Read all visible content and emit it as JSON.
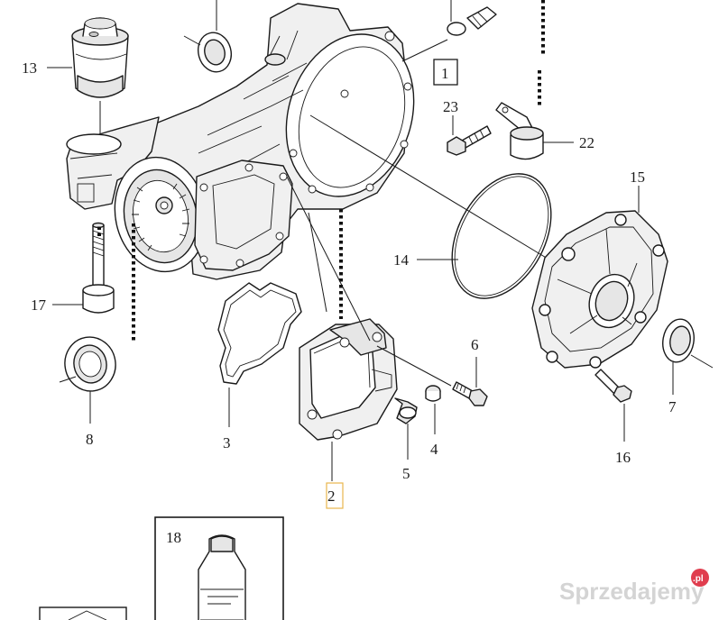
{
  "diagram": {
    "callouts": {
      "p1": "1",
      "p2": "2",
      "p3": "3",
      "p4": "4",
      "p5": "5",
      "p6": "6",
      "p7": "7",
      "p8": "8",
      "p13": "13",
      "p14": "14",
      "p15": "15",
      "p16": "16",
      "p17": "17",
      "p18": "18",
      "p22": "22",
      "p23": "23"
    },
    "colors": {
      "line": "#1a1a1a",
      "highlight_box": "#e8b64c",
      "watermark": "#d4d4d4",
      "logo_badge": "#e03d4e"
    }
  },
  "watermark": {
    "text": "Sprzedajemy",
    "badge": ".pl"
  }
}
